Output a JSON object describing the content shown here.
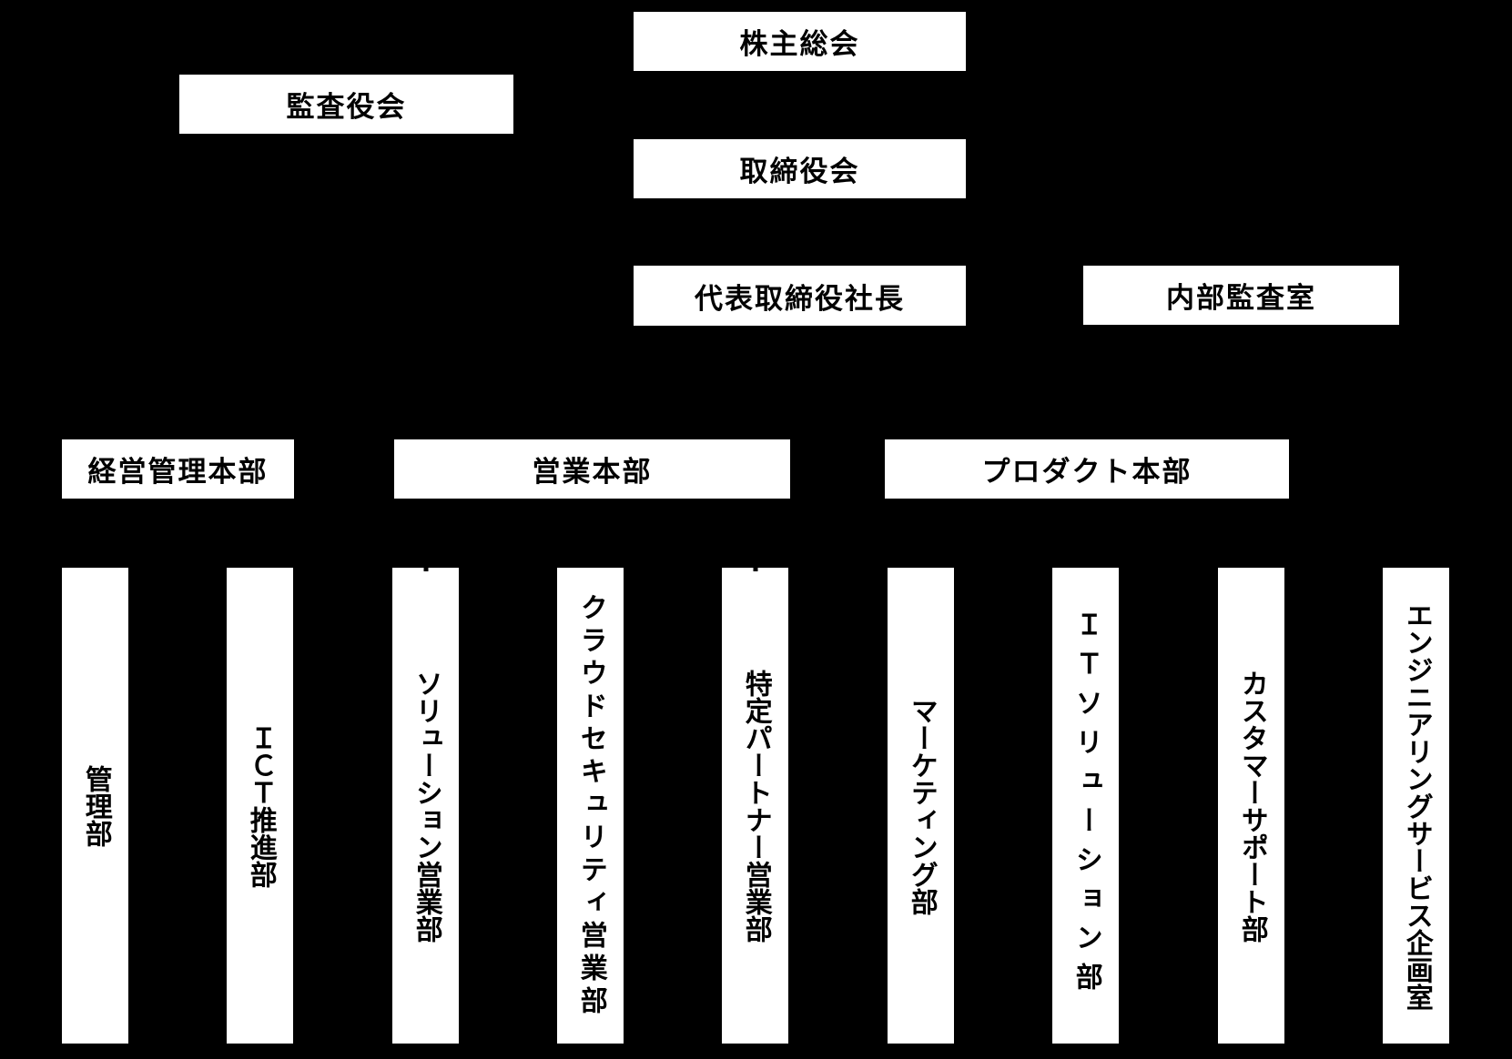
{
  "diagram": {
    "type": "org-chart",
    "colors": {
      "background": "#000000",
      "node_background": "#ffffff",
      "node_text": "#000000"
    },
    "governance": {
      "shareholders_meeting": "株主総会",
      "board_of_auditors": "監査役会",
      "board_of_directors": "取締役会",
      "president": "代表取締役社長",
      "internal_audit_office": "内部監査室"
    },
    "divisions": [
      {
        "label": "経営管理本部"
      },
      {
        "label": "営業本部"
      },
      {
        "label": "プロダクト本部"
      }
    ],
    "departments": [
      {
        "label": "管理部"
      },
      {
        "label": "ＩＣＴ推進部"
      },
      {
        "label": "ソリューション営業部"
      },
      {
        "label": "クラウドセキュリティ営業部"
      },
      {
        "label": "特定パートナー営業部"
      },
      {
        "label": "マーケティング部"
      },
      {
        "label": "ＩＴソリューション部"
      },
      {
        "label": "カスタマーサポート部"
      },
      {
        "label": "エンジニアリングサービス企画室"
      }
    ]
  }
}
